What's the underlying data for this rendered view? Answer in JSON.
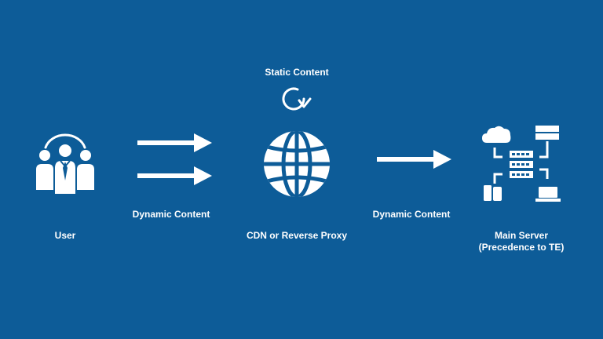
{
  "colors": {
    "background": "#0d5c98",
    "foreground": "#ffffff"
  },
  "nodes": {
    "user": {
      "label": "User",
      "icon": "user-group-icon"
    },
    "proxy": {
      "label": "CDN or Reverse Proxy",
      "icon": "globe-icon"
    },
    "server": {
      "label_line1": "Main Server",
      "label_line2": "(Precedence to TE)",
      "icon": "server-network-icon"
    }
  },
  "static_content": {
    "label": "Static Content",
    "icon": "refresh-cycle-icon"
  },
  "edges": {
    "user_to_proxy": {
      "label": "Dynamic Content"
    },
    "proxy_to_server": {
      "label": "Dynamic Content"
    }
  }
}
